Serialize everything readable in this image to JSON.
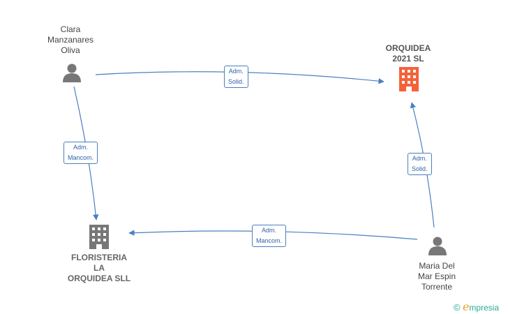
{
  "colors": {
    "edge": "#4a7fc1",
    "person": "#777777",
    "company": "#777777",
    "company_highlight": "#f4623a",
    "brand": "#2aa89a"
  },
  "nodes": {
    "clara": {
      "type": "person",
      "lines": [
        "Clara",
        "Manzanares",
        "Oliva"
      ]
    },
    "orquidea": {
      "type": "company",
      "highlight": true,
      "lines": [
        "ORQUIDEA",
        "2021  SL"
      ]
    },
    "floristeria": {
      "type": "company",
      "highlight": false,
      "lines": [
        "FLORISTERIA",
        "LA",
        "ORQUIDEA  SLL"
      ]
    },
    "maria": {
      "type": "person",
      "lines": [
        "Maria Del",
        "Mar Espin",
        "Torrente"
      ]
    }
  },
  "edges": [
    {
      "from": "clara",
      "to": "orquidea",
      "lines": [
        "Adm.",
        "Solid."
      ]
    },
    {
      "from": "clara",
      "to": "floristeria",
      "lines": [
        "Adm.",
        "Mancom."
      ]
    },
    {
      "from": "maria",
      "to": "orquidea",
      "lines": [
        "Adm.",
        "Solid."
      ]
    },
    {
      "from": "maria",
      "to": "floristeria",
      "lines": [
        "Adm.",
        "Mancom."
      ]
    }
  ],
  "brand": {
    "copyright": "©",
    "initial": "e",
    "name": "mpresia"
  }
}
